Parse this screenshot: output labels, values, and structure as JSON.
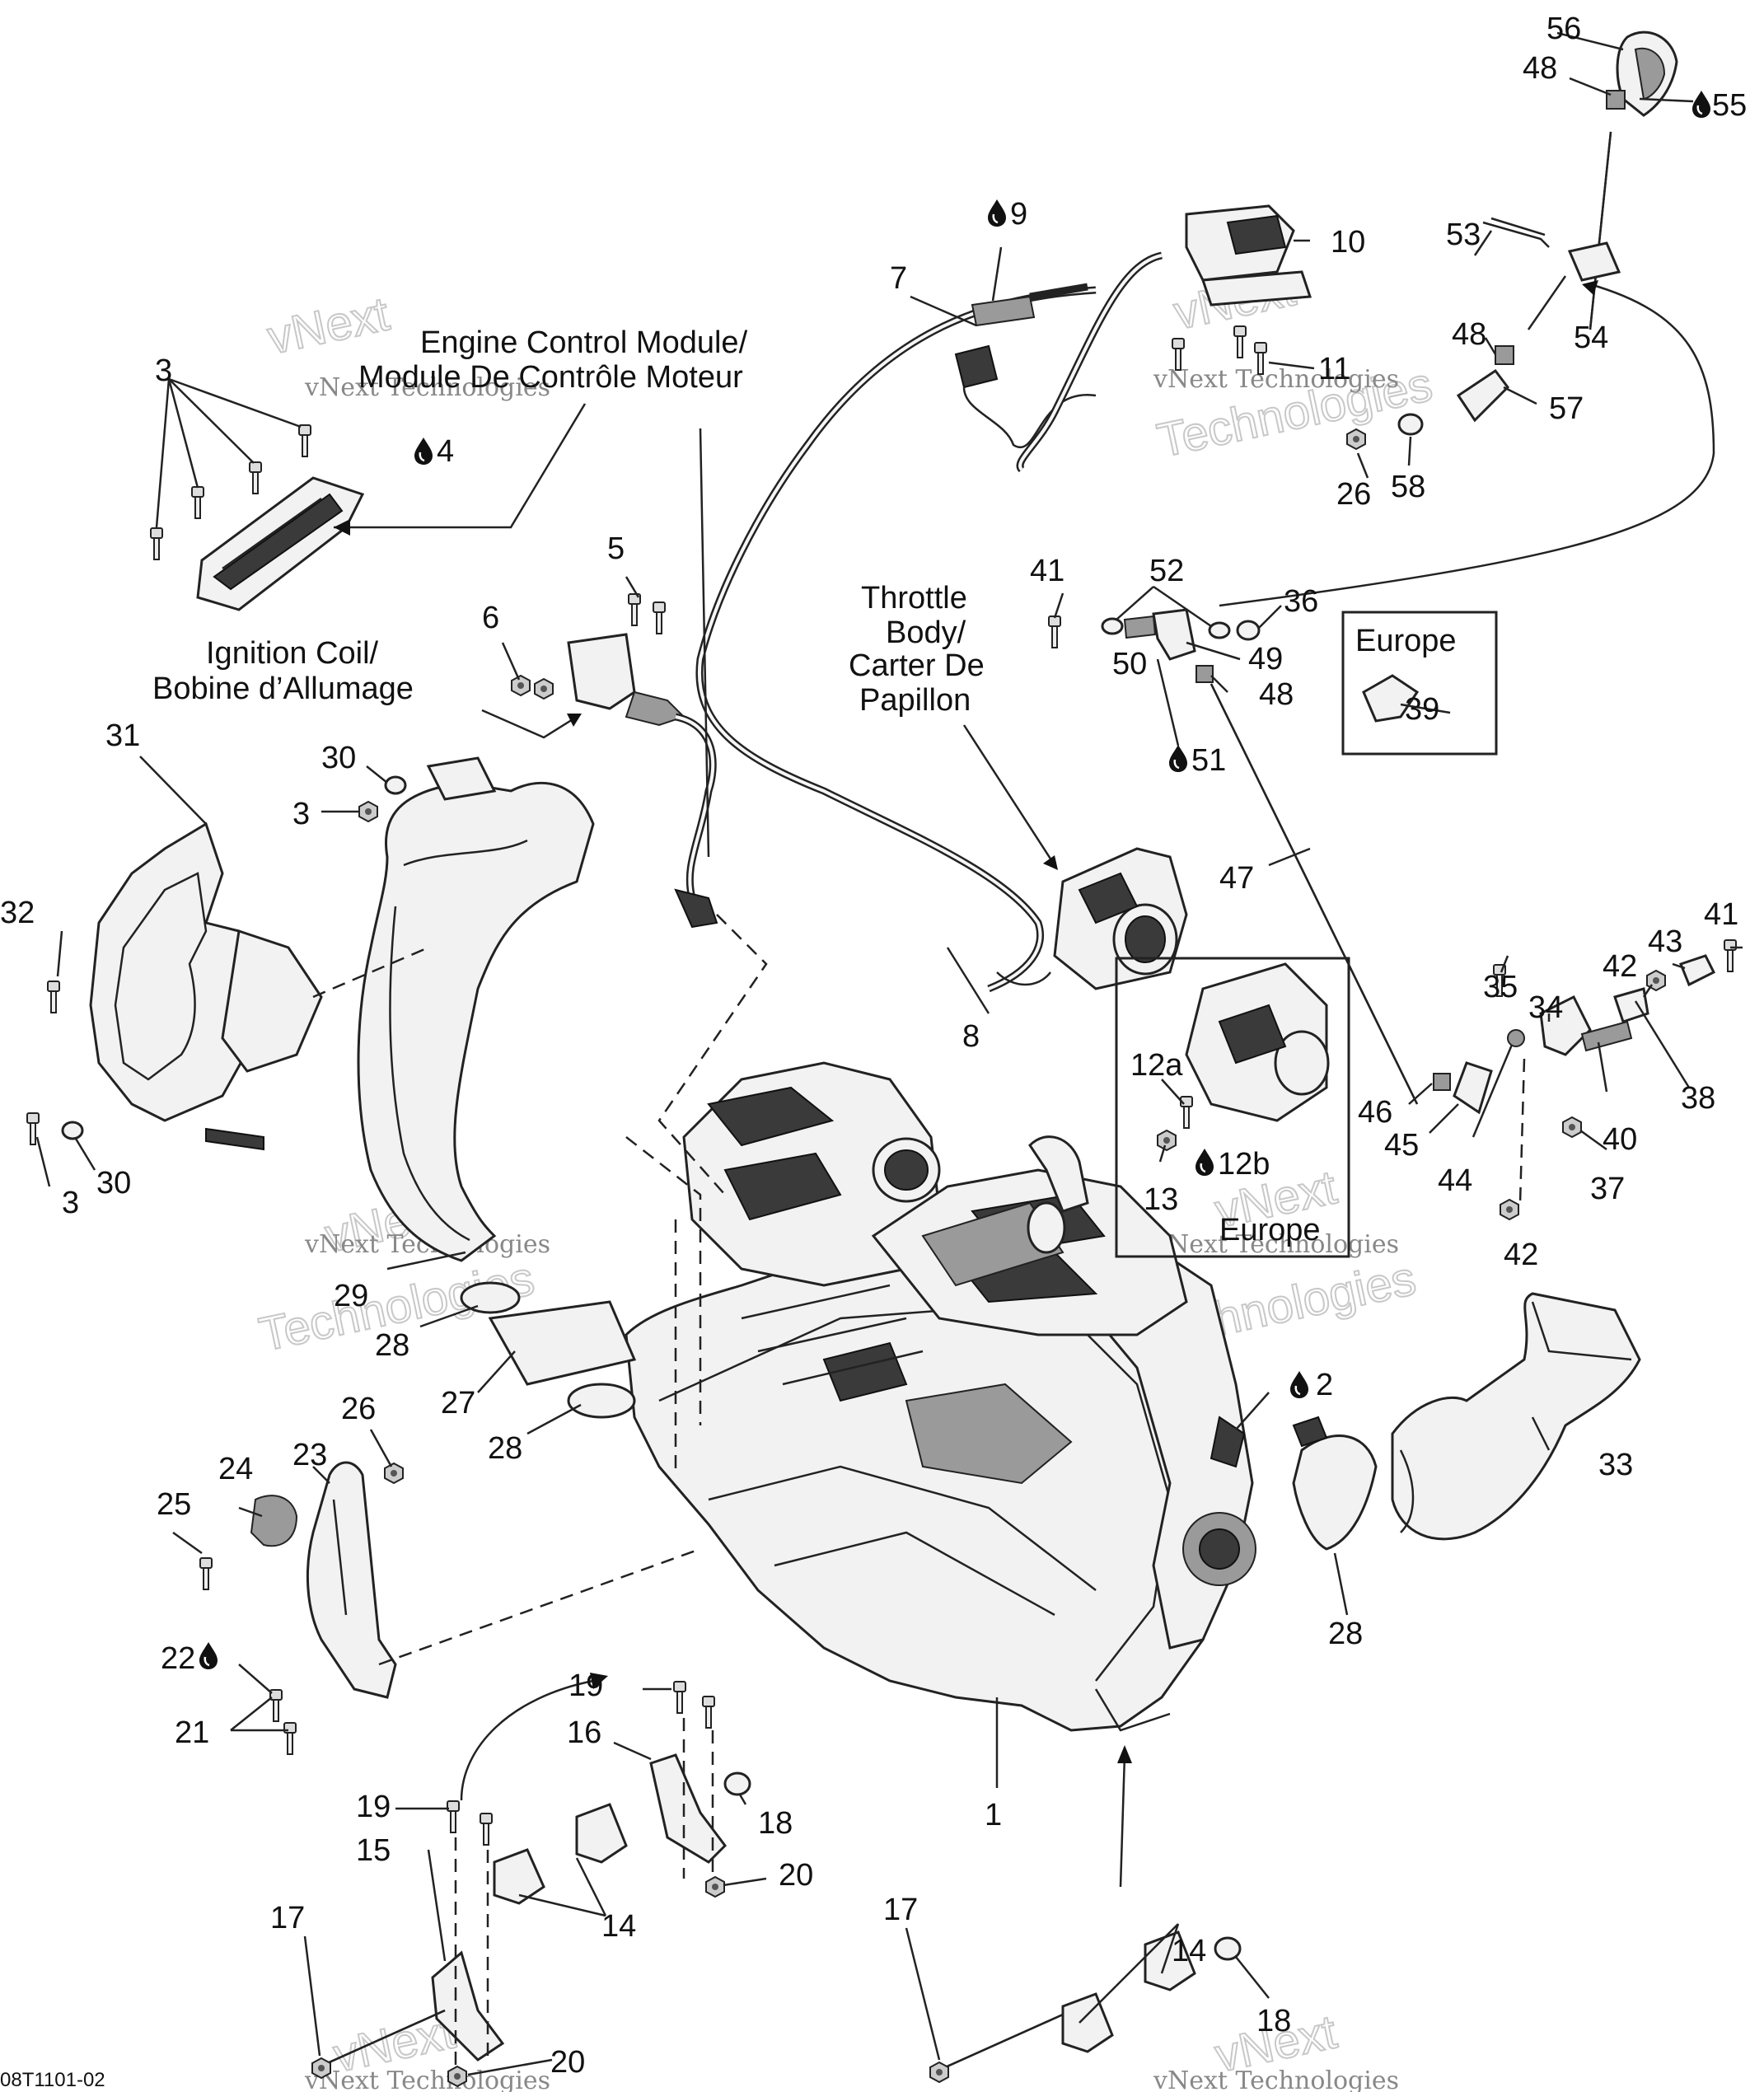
{
  "drawing_id": "08T1101-02",
  "titles": {
    "ecm_line1": "Engine Control Module/",
    "ecm_line2": "Module De Contrôle Moteur",
    "ignition_line1": "Ignition Coil/",
    "ignition_line2": "Bobine d’Allumage",
    "throttle_line1": "Throttle",
    "throttle_line2": "Body/",
    "throttle_line3": "Carter De",
    "throttle_line4": "Papillon",
    "europe_box1": "Europe",
    "europe_box2": "Europe"
  },
  "watermark": {
    "company": "vNext Technologies",
    "logo_top": "vNext",
    "logo_bottom": "Technologies"
  },
  "callouts": {
    "c1": "1",
    "c2": "2",
    "c3a": "3",
    "c3b": "3",
    "c3c": "3",
    "c4": "4",
    "c5": "5",
    "c6": "6",
    "c7": "7",
    "c8": "8",
    "c9": "9",
    "c10": "10",
    "c11": "11",
    "c12a": "12a",
    "c12b": "12b",
    "c13": "13",
    "c14a": "14",
    "c14b": "14",
    "c15": "15",
    "c16": "16",
    "c17a": "17",
    "c17b": "17",
    "c18a": "18",
    "c18b": "18",
    "c19a": "19",
    "c19b": "19",
    "c20a": "20",
    "c20b": "20",
    "c21": "21",
    "c22": "22",
    "c23": "23",
    "c24": "24",
    "c25": "25",
    "c26a": "26",
    "c26b": "26",
    "c27": "27",
    "c28a": "28",
    "c28b": "28",
    "c28c": "28",
    "c29": "29",
    "c30a": "30",
    "c30b": "30",
    "c31": "31",
    "c32": "32",
    "c33": "33",
    "c34": "34",
    "c35": "35",
    "c36": "36",
    "c37": "37",
    "c38": "38",
    "c39": "39",
    "c40": "40",
    "c41a": "41",
    "c41b": "41",
    "c42a": "42",
    "c42b": "42",
    "c43": "43",
    "c44": "44",
    "c45": "45",
    "c46": "46",
    "c47": "47",
    "c48a": "48",
    "c48b": "48",
    "c48c": "48",
    "c49": "49",
    "c50": "50",
    "c51": "51",
    "c52": "52",
    "c53": "53",
    "c54": "54",
    "c55": "55",
    "c56": "56",
    "c57": "57",
    "c58": "58"
  },
  "icons": [
    "fluid-drop-icon"
  ]
}
